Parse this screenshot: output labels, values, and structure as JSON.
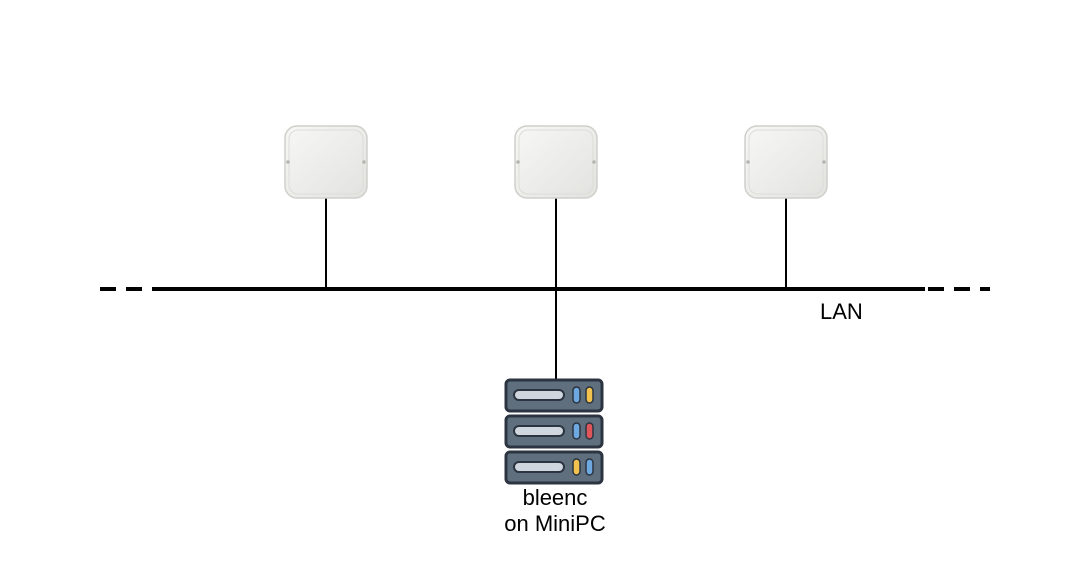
{
  "diagram": {
    "lan_label": "LAN",
    "server_label_line1": "bleenc",
    "server_label_line2": "on MiniPC",
    "nodes": [
      {
        "id": "access-point-1",
        "icon": "access-point-icon"
      },
      {
        "id": "access-point-2",
        "icon": "access-point-icon"
      },
      {
        "id": "access-point-3",
        "icon": "access-point-icon"
      },
      {
        "id": "minipc-server",
        "icon": "server-rack-icon"
      }
    ],
    "colors": {
      "line": "#000000",
      "ap_body": "#efefed",
      "server_body": "#5f6f7e",
      "server_outline": "#2b3440",
      "led_blue": "#6ea8e0",
      "led_yellow": "#f2c14e",
      "led_red": "#e0555a"
    }
  }
}
